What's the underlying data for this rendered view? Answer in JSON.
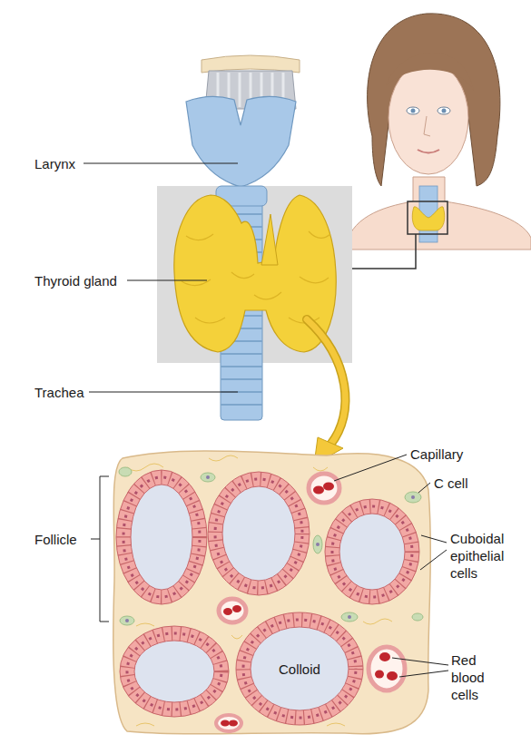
{
  "diagram": {
    "labels": [
      "Larynx",
      "Thyroid gland",
      "Trachea",
      "Capillary",
      "C cell",
      "Follicle",
      "Cuboidal epithelial cells",
      "Red blood cells",
      "Colloid"
    ]
  }
}
